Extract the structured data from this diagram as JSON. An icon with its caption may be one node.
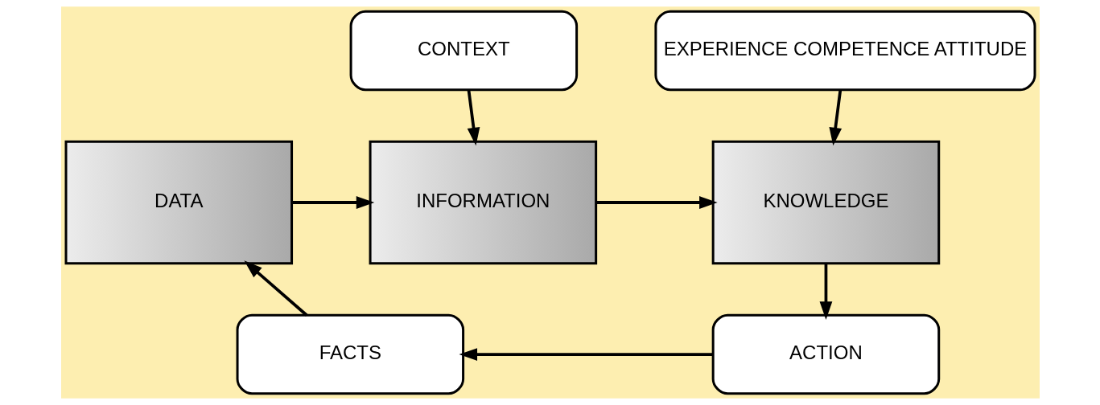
{
  "diagram": {
    "nodes": [
      {
        "text": [
          "CONTEXT"
        ]
      },
      {
        "text": [
          "EXPERIENCE COMPETENCE ATTITUDE"
        ]
      },
      {
        "text": [
          "DATA"
        ]
      },
      {
        "text": [
          "INFORMATION"
        ]
      },
      {
        "text": [
          "KNOWLEDGE"
        ]
      },
      {
        "text": [
          "FACTS"
        ]
      },
      {
        "text": [
          "ACTION"
        ]
      }
    ],
    "edges": [
      {
        "from": 2,
        "to": 3,
        "arrow": "to"
      },
      {
        "from": 3,
        "to": 4,
        "arrow": "to"
      },
      {
        "from": 0,
        "to": 3,
        "arrow": "to"
      },
      {
        "from": 1,
        "to": 4,
        "arrow": "to"
      },
      {
        "from": 4,
        "to": 6,
        "arrow": "to"
      },
      {
        "from": 6,
        "to": 5,
        "arrow": "to"
      },
      {
        "from": 5,
        "to": 2,
        "arrow": "to"
      }
    ]
  }
}
